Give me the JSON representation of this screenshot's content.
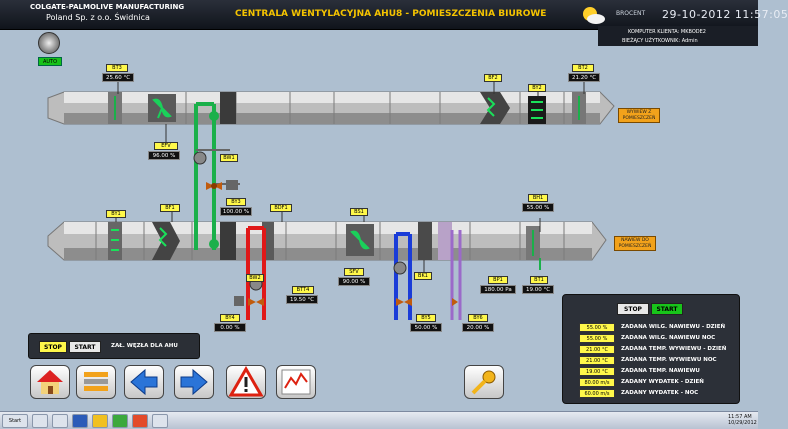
{
  "header": {
    "company": "COLGATE-PALMOLIVE MANUFACTURING",
    "company_sub": "Poland Sp. z o.o.  Świdnica",
    "title": "CENTRALA WENTYLACYJNA AHU8 - POMIESZCZENIA BIUROWE",
    "weather_icon": "sun-cloud-icon",
    "place": "BROCENT",
    "datetime": "29-10-2012 11:57:05",
    "computer_label": "KOMPUTER KLIENTA: MKBODE2",
    "user_label": "BIEŻĄCY UŻYTKOWNIK: Admin"
  },
  "mode": {
    "auto": "AUTO"
  },
  "sensors": {
    "bt3": {
      "label": "BT3",
      "value": "25.60 °C"
    },
    "bt2": {
      "label": "BT2",
      "value": "21.20 °C"
    },
    "efv": {
      "label": "EFV",
      "value": "96.00 %"
    },
    "by3": {
      "label": "BY3",
      "value": "100.00 %"
    },
    "bh1": {
      "label": "BH1",
      "value": "55.00 %"
    },
    "sfv": {
      "label": "SFV",
      "value": "90.00 %"
    },
    "by4": {
      "label": "BY4",
      "value": "0.00 %"
    },
    "btt4": {
      "label": "BTT4",
      "value": "19.50 °C"
    },
    "by5": {
      "label": "BY5",
      "value": "50.00 %"
    },
    "by6": {
      "label": "BY6",
      "value": "20.00 %"
    },
    "bp1": {
      "label": "BP1",
      "value": "180.00 Pa"
    },
    "bt1": {
      "label": "BT1",
      "value": "19.00 °C"
    }
  },
  "small_tags": {
    "bf1": "BF1",
    "bf2": "BF2",
    "by1": "BY1",
    "by2": "BY2",
    "bs1": "BS1",
    "bf3": "BF3",
    "bdf1": "BDF1",
    "bw1": "BW1",
    "bw2": "BW2",
    "bk1": "BK1"
  },
  "orange_labels": {
    "exhaust": "WYWIEW Z POMIESZCZEŃ",
    "supply": "NAWIEW DO POMIESZCZEŃ"
  },
  "left_panel": {
    "stop": "STOP",
    "start": "START",
    "label": "ZAŁ. WĘZŁA DLA AHU"
  },
  "right_panel": {
    "stop": "STOP",
    "start": "START",
    "rows": [
      {
        "value": "55.00 %",
        "label": "ZADANA WILG. NAWIEWU - DZIEŃ"
      },
      {
        "value": "55.00 %",
        "label": "ZADANA WILG. NAWIEWU  NOC"
      },
      {
        "value": "21.00 °C",
        "label": "ZADANA TEMP. WYWIEWU - DZIEŃ"
      },
      {
        "value": "21.00 °C",
        "label": "ZADANA TEMP. WYWIEWU  NOC"
      },
      {
        "value": "19.00 °C",
        "label": "ZADANA TEMP. NAWIEWU"
      },
      {
        "value": "80.00 m/s",
        "label": "ZADANY WYDATEK - DZIEŃ"
      },
      {
        "value": "60.00 m/s",
        "label": "ZADANY WYDATEK - NOC"
      }
    ]
  },
  "nav": [
    {
      "icon": "home-icon"
    },
    {
      "icon": "list-icon"
    },
    {
      "icon": "arrow-left-icon"
    },
    {
      "icon": "arrow-right-icon"
    },
    {
      "icon": "warning-icon"
    },
    {
      "icon": "trend-chart-icon"
    },
    {
      "icon": "key-icon"
    }
  ],
  "taskbar": {
    "start": "Start",
    "time": "11:57 AM",
    "date": "10/29/2012"
  }
}
